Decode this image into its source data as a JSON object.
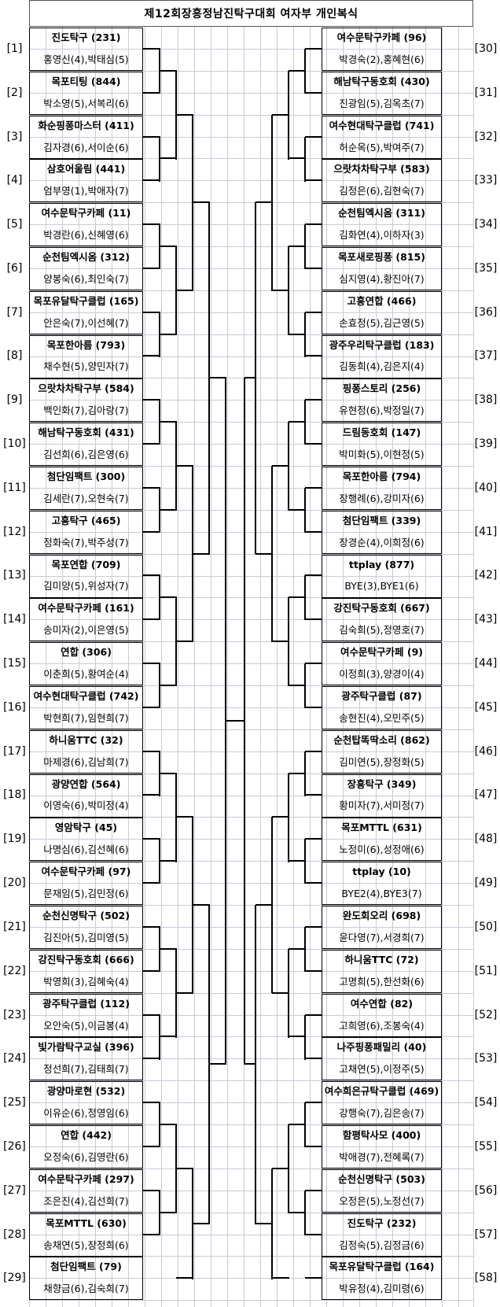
{
  "title": "제12회장흥정남진탁구대회 여자부 개인복식",
  "left": [
    {
      "seed": "[1]",
      "team": "진도탁구 (231)",
      "players": "홍영신(4),박태심(5)"
    },
    {
      "seed": "[2]",
      "team": "목포티팅 (844)",
      "players": "박소영(5),서복리(6)"
    },
    {
      "seed": "[3]",
      "team": "화순핑퐁마스터 (411)",
      "players": "김자경(6),서이순(6)"
    },
    {
      "seed": "[4]",
      "team": "삼호어울림 (441)",
      "players": "엄부영(1),박애자(7)"
    },
    {
      "seed": "[5]",
      "team": "여수문탁구카페 (11)",
      "players": "박경란(6),신혜영(6)"
    },
    {
      "seed": "[6]",
      "team": "순천팀엑시옴 (312)",
      "players": "양봉숙(6),최인숙(7)"
    },
    {
      "seed": "[7]",
      "team": "목포유달탁구클럽 (165)",
      "players": "안은숙(7),이선혜(7)"
    },
    {
      "seed": "[8]",
      "team": "목포한아름 (793)",
      "players": "채수현(5),양민자(7)"
    },
    {
      "seed": "[9]",
      "team": "으랏차차탁구부 (584)",
      "players": "백인화(7),김아랑(7)"
    },
    {
      "seed": "[10]",
      "team": "해남탁구동호회 (431)",
      "players": "김선희(6),김은영(6)"
    },
    {
      "seed": "[11]",
      "team": "첨단임팩트 (300)",
      "players": "김세란(7),오현숙(7)"
    },
    {
      "seed": "[12]",
      "team": "고흥탁구 (465)",
      "players": "정화숙(7),박주성(7)"
    },
    {
      "seed": "[13]",
      "team": "목포연합 (709)",
      "players": "김미양(5),위성자(7)"
    },
    {
      "seed": "[14]",
      "team": "여수문탁구카페 (161)",
      "players": "송미자(2),이은영(5)"
    },
    {
      "seed": "[15]",
      "team": "연합 (306)",
      "players": "이춘희(5),황여순(4)"
    },
    {
      "seed": "[16]",
      "team": "여수현대탁구클럽 (742)",
      "players": "박현희(7),임현희(7)"
    },
    {
      "seed": "[17]",
      "team": "하니움TTC (32)",
      "players": "마제경(6),김남희(7)"
    },
    {
      "seed": "[18]",
      "team": "광양연합 (564)",
      "players": "이영숙(6),박미정(4)"
    },
    {
      "seed": "[19]",
      "team": "영암탁구 (45)",
      "players": "나명심(6),김선혜(6)"
    },
    {
      "seed": "[20]",
      "team": "여수문탁구카페 (97)",
      "players": "문재임(5),김민정(6)"
    },
    {
      "seed": "[21]",
      "team": "순천신명탁구 (502)",
      "players": "김진아(5),김미영(5)"
    },
    {
      "seed": "[22]",
      "team": "강진탁구동호회 (666)",
      "players": "박영희(3),김혜숙(4)"
    },
    {
      "seed": "[23]",
      "team": "광주탁구클럽 (112)",
      "players": "오안숙(5),이금봉(4)"
    },
    {
      "seed": "[24]",
      "team": "빛가람탁구교실 (396)",
      "players": "정선희(7),김태희(7)"
    },
    {
      "seed": "[25]",
      "team": "광양마로현 (532)",
      "players": "이유순(6),정영임(6)"
    },
    {
      "seed": "[26]",
      "team": "연합 (442)",
      "players": "오정숙(6),김영란(6)"
    },
    {
      "seed": "[27]",
      "team": "여수문탁구카페 (297)",
      "players": "조은진(4),김선희(7)"
    },
    {
      "seed": "[28]",
      "team": "목포MTTL (630)",
      "players": "송채연(5),장정희(6)"
    },
    {
      "seed": "[29]",
      "team": "첨단임팩트 (79)",
      "players": "채향금(6),김숙희(7)"
    }
  ],
  "right": [
    {
      "seed": "[30]",
      "team": "여수문탁구카페 (96)",
      "players": "박경숙(2),홍혜현(6)"
    },
    {
      "seed": "[31]",
      "team": "해남탁구동호회 (430)",
      "players": "진광임(5),김옥초(7)"
    },
    {
      "seed": "[32]",
      "team": "여수현대탁구클럽 (741)",
      "players": "허순옥(5),박여주(7)"
    },
    {
      "seed": "[33]",
      "team": "으랏차차탁구부 (583)",
      "players": "김정은(6),김현숙(7)"
    },
    {
      "seed": "[34]",
      "team": "순천팀엑시옴 (311)",
      "players": "김화연(4),이하자(3)"
    },
    {
      "seed": "[35]",
      "team": "목포새로핑퐁 (815)",
      "players": "심지영(4),황진아(7)"
    },
    {
      "seed": "[36]",
      "team": "고흥연합 (466)",
      "players": "손효정(5),김근영(5)"
    },
    {
      "seed": "[37]",
      "team": "광주우리탁구클럽 (183)",
      "players": "김동희(4),김은지(4)"
    },
    {
      "seed": "[38]",
      "team": "핑퐁스토리 (256)",
      "players": "유현정(6),박정일(7)"
    },
    {
      "seed": "[39]",
      "team": "드림동호회 (147)",
      "players": "박미화(5),이현정(5)"
    },
    {
      "seed": "[40]",
      "team": "목포한아름 (794)",
      "players": "장행례(6),강미자(6)"
    },
    {
      "seed": "[41]",
      "team": "첨단임팩트 (339)",
      "players": "장경순(4),이희정(6)"
    },
    {
      "seed": "[42]",
      "team": "ttplay (877)",
      "players": "BYE(3),BYE1(6)"
    },
    {
      "seed": "[43]",
      "team": "강진탁구동호회 (667)",
      "players": "김숙희(5),정영호(7)"
    },
    {
      "seed": "[44]",
      "team": "여수문탁구카페 (9)",
      "players": "이정희(3),양경이(4)"
    },
    {
      "seed": "[45]",
      "team": "광주탁구클럽 (87)",
      "players": "송현진(4),오민주(5)"
    },
    {
      "seed": "[46]",
      "team": "순천탑똑딱소리 (862)",
      "players": "김미연(5),장정화(5)"
    },
    {
      "seed": "[47]",
      "team": "장흥탁구 (349)",
      "players": "황미자(7),서미정(7)"
    },
    {
      "seed": "[48]",
      "team": "목포MTTL (631)",
      "players": "노정미(6),성정애(6)"
    },
    {
      "seed": "[49]",
      "team": "ttplay (10)",
      "players": "BYE2(4),BYE3(7)"
    },
    {
      "seed": "[50]",
      "team": "완도회오리 (698)",
      "players": "윤다영(7),서경희(7)"
    },
    {
      "seed": "[51]",
      "team": "하니움TTC (72)",
      "players": "고명희(5),한선화(6)"
    },
    {
      "seed": "[52]",
      "team": "여수연합 (82)",
      "players": "고희영(6),조봉숙(4)"
    },
    {
      "seed": "[53]",
      "team": "나주핑퐁패밀리 (40)",
      "players": "고채연(5),이정주(5)"
    },
    {
      "seed": "[54]",
      "team": "여수희은규탁구클럽 (469)",
      "players": "강행숙(7),김은송(7)"
    },
    {
      "seed": "[55]",
      "team": "함평탁사모 (400)",
      "players": "박애경(7),전혜록(7)"
    },
    {
      "seed": "[56]",
      "team": "순천신명탁구 (503)",
      "players": "오정은(5),노정선(7)"
    },
    {
      "seed": "[57]",
      "team": "진도탁구 (232)",
      "players": "김정숙(5),김정금(6)"
    },
    {
      "seed": "[58]",
      "team": "목포유달탁구클럽 (164)",
      "players": "박유정(4),김미령(6)"
    }
  ]
}
